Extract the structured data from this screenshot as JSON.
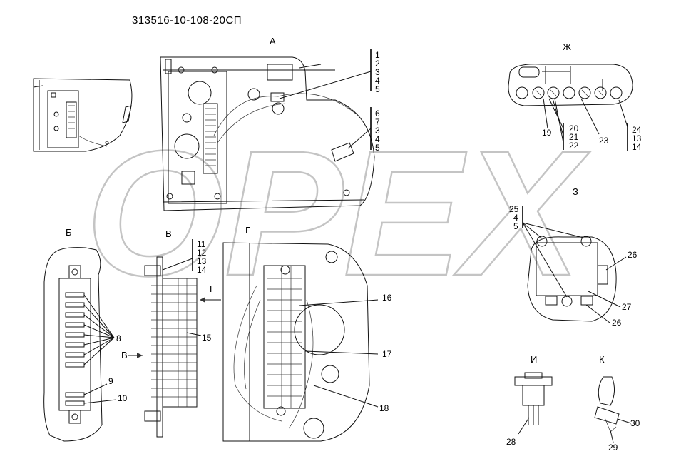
{
  "drawing_code": "313516-10-108-20СП",
  "watermark": "OPEX",
  "view_labels": {
    "a": "А",
    "b": "Б",
    "v": "В",
    "g_top": "Г",
    "g_arrow": "Г",
    "v_arrow": "В",
    "zh": "Ж",
    "z": "З",
    "i": "И",
    "k": "К"
  },
  "callouts": {
    "view_a_upper": [
      "1",
      "2",
      "3",
      "4",
      "5"
    ],
    "view_a_lower": [
      "6",
      "7",
      "3",
      "4",
      "5"
    ],
    "view_v": [
      "11",
      "12",
      "13",
      "14"
    ],
    "view_z": [
      "25",
      "4",
      "5"
    ],
    "view_zh_group": [
      "20",
      "21",
      "22"
    ],
    "view_zh_right": [
      "24",
      "13",
      "14"
    ],
    "n8": "8",
    "n9": "9",
    "n10": "10",
    "n15": "15",
    "n16": "16",
    "n17": "17",
    "n18": "18",
    "n19": "19",
    "n23": "23",
    "n26a": "26",
    "n26b": "26",
    "n27": "27",
    "n28": "28",
    "n29": "29",
    "n30": "30"
  }
}
